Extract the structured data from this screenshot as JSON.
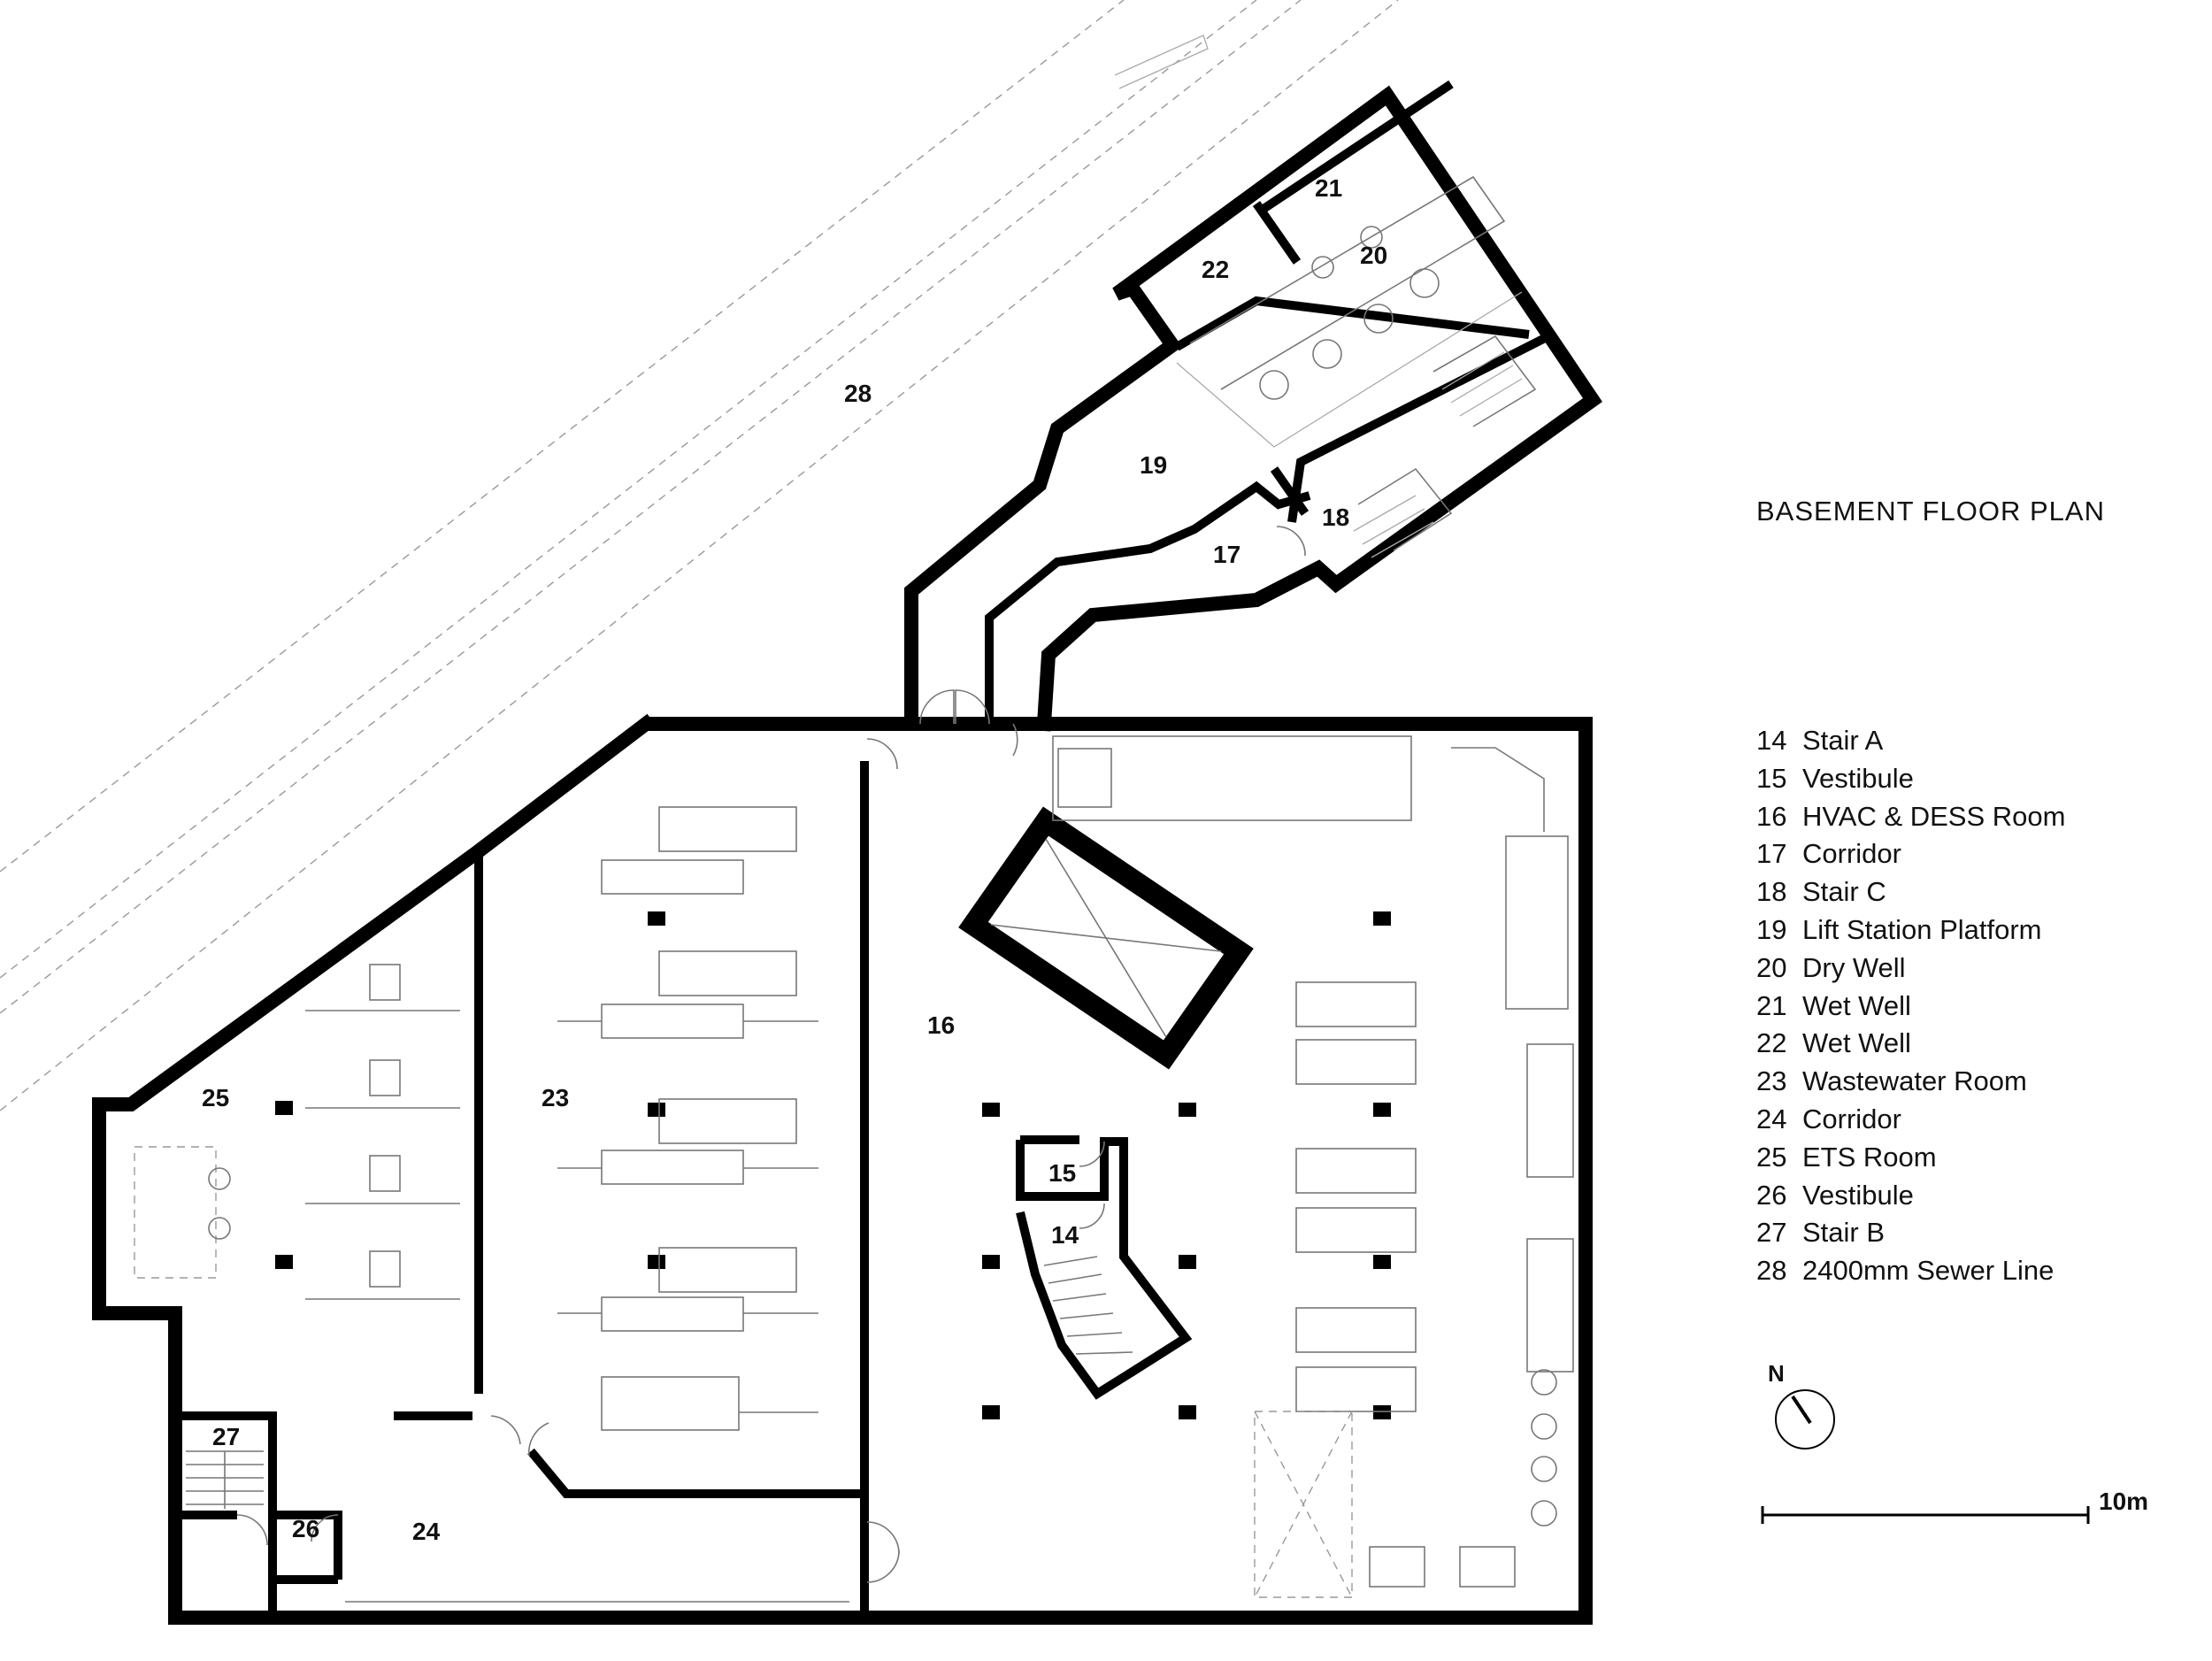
{
  "title": "BASEMENT FLOOR PLAN",
  "rooms": {
    "r14": "14",
    "r15": "15",
    "r16": "16",
    "r17": "17",
    "r18": "18",
    "r19": "19",
    "r20": "20",
    "r21": "21",
    "r22": "22",
    "r23": "23",
    "r24": "24",
    "r25": "25",
    "r26": "26",
    "r27": "27",
    "r28": "28"
  },
  "legend": [
    {
      "num": "14",
      "name": "Stair A"
    },
    {
      "num": "15",
      "name": "Vestibule"
    },
    {
      "num": "16",
      "name": "HVAC & DESS Room"
    },
    {
      "num": "17",
      "name": "Corridor"
    },
    {
      "num": "18",
      "name": "Stair C"
    },
    {
      "num": "19",
      "name": "Lift Station Platform"
    },
    {
      "num": "20",
      "name": "Dry Well"
    },
    {
      "num": "21",
      "name": "Wet Well"
    },
    {
      "num": "22",
      "name": "Wet Well"
    },
    {
      "num": "23",
      "name": "Wastewater Room"
    },
    {
      "num": "24",
      "name": "Corridor"
    },
    {
      "num": "25",
      "name": "ETS Room"
    },
    {
      "num": "26",
      "name": "Vestibule"
    },
    {
      "num": "27",
      "name": "Stair B"
    },
    {
      "num": "28",
      "name": "2400mm Sewer Line"
    }
  ],
  "north_arrow": {
    "label": "N",
    "icon": "north-arrow-icon"
  },
  "scale_bar": {
    "label": "10m"
  }
}
